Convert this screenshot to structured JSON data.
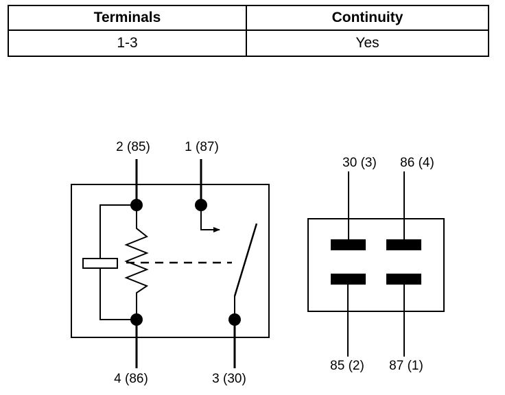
{
  "table": {
    "headers": [
      "Terminals",
      "Continuity"
    ],
    "rows": [
      [
        "1-3",
        "Yes"
      ]
    ]
  },
  "relay_schematic": {
    "pins": {
      "top_left": "2 (85)",
      "top_right": "1 (87)",
      "bottom_left": "4 (86)",
      "bottom_right": "3 (30)"
    }
  },
  "connector_view": {
    "pins": {
      "top_left": "30 (3)",
      "top_right": "86 (4)",
      "bottom_left": "85 (2)",
      "bottom_right": "87 (1)"
    }
  }
}
